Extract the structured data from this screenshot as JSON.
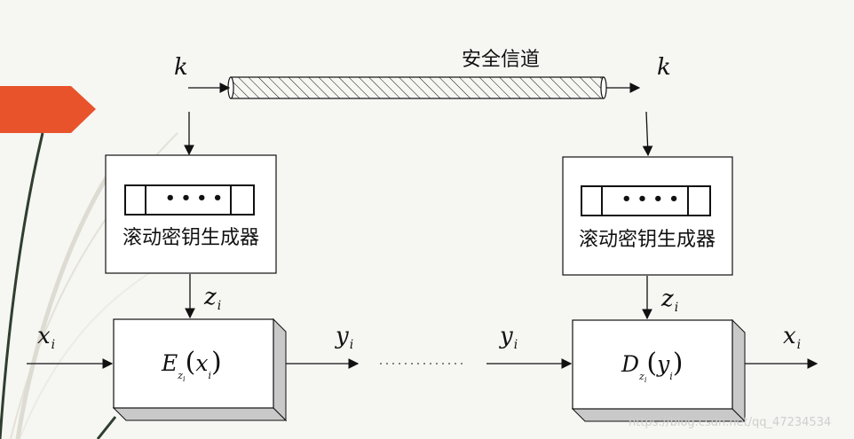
{
  "channel_label": "安全信道",
  "key_left": "k",
  "key_right": "k",
  "generator_left": {
    "title": "滚动密钥生成器",
    "dots": "• • • •"
  },
  "generator_right": {
    "title": "滚动密钥生成器",
    "dots": "• • • •"
  },
  "z_left": {
    "base": "z",
    "sub": "i"
  },
  "z_right": {
    "base": "z",
    "sub": "i"
  },
  "input_left": {
    "base": "x",
    "sub": "i"
  },
  "output_left": {
    "base": "y",
    "sub": "i"
  },
  "input_right": {
    "base": "y",
    "sub": "i"
  },
  "output_right": {
    "base": "x",
    "sub": "i"
  },
  "encrypt": {
    "fn": "E",
    "key_sub": "z",
    "key_sub2": "i",
    "arg": "x",
    "arg_sub": "i"
  },
  "decrypt": {
    "fn": "D",
    "key_sub": "z",
    "key_sub2": "i",
    "arg": "y",
    "arg_sub": "i"
  },
  "watermark": "https://blog.csdn.net/qq_47234534",
  "colors": {
    "accent": "#e8532b",
    "line": "#111111",
    "box": "#ffffff",
    "shadow": "#c9c9c9"
  }
}
